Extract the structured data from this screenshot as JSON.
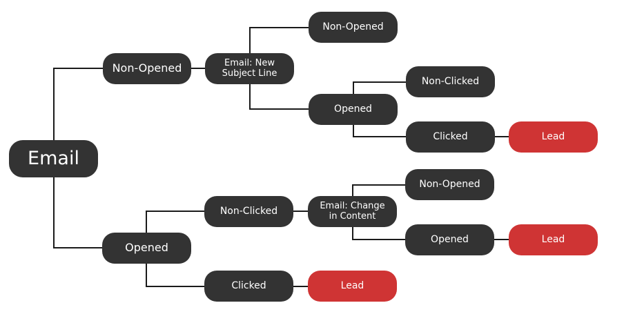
{
  "diagram": {
    "colors": {
      "node": "#333333",
      "lead": "#cf3434",
      "line": "#1a1a1a",
      "text": "#ffffff"
    },
    "nodes": {
      "email": "Email",
      "non_opened_1": "Non-Opened",
      "email_new_subject": "Email: New Subject Line",
      "non_opened_2": "Non-Opened",
      "opened_2": "Opened",
      "non_clicked_2": "Non-Clicked",
      "clicked_2": "Clicked",
      "lead_1": "Lead",
      "opened_1": "Opened",
      "non_clicked_1": "Non-Clicked",
      "email_change_content": "Email: Change in Content",
      "non_opened_3": "Non-Opened",
      "opened_3": "Opened",
      "lead_2": "Lead",
      "clicked_1": "Clicked",
      "lead_3": "Lead"
    }
  }
}
